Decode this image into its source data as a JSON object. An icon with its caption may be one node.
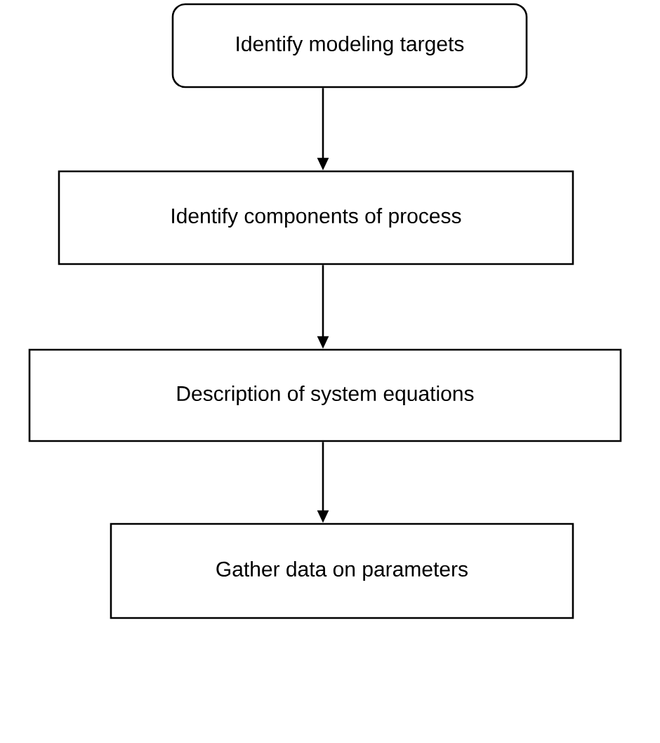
{
  "diagram": {
    "nodes": [
      {
        "text": [
          "Identify modeling targets"
        ]
      },
      {
        "text": [
          "Identify components of process"
        ]
      },
      {
        "text": [
          "Description of system equations"
        ]
      },
      {
        "text": [
          "Gather data on parameters"
        ]
      }
    ],
    "edges": [
      {
        "from": 0,
        "to": 1,
        "arrow": "to"
      },
      {
        "from": 1,
        "to": 2,
        "arrow": "to"
      },
      {
        "from": 2,
        "to": 3,
        "arrow": "to"
      }
    ]
  }
}
